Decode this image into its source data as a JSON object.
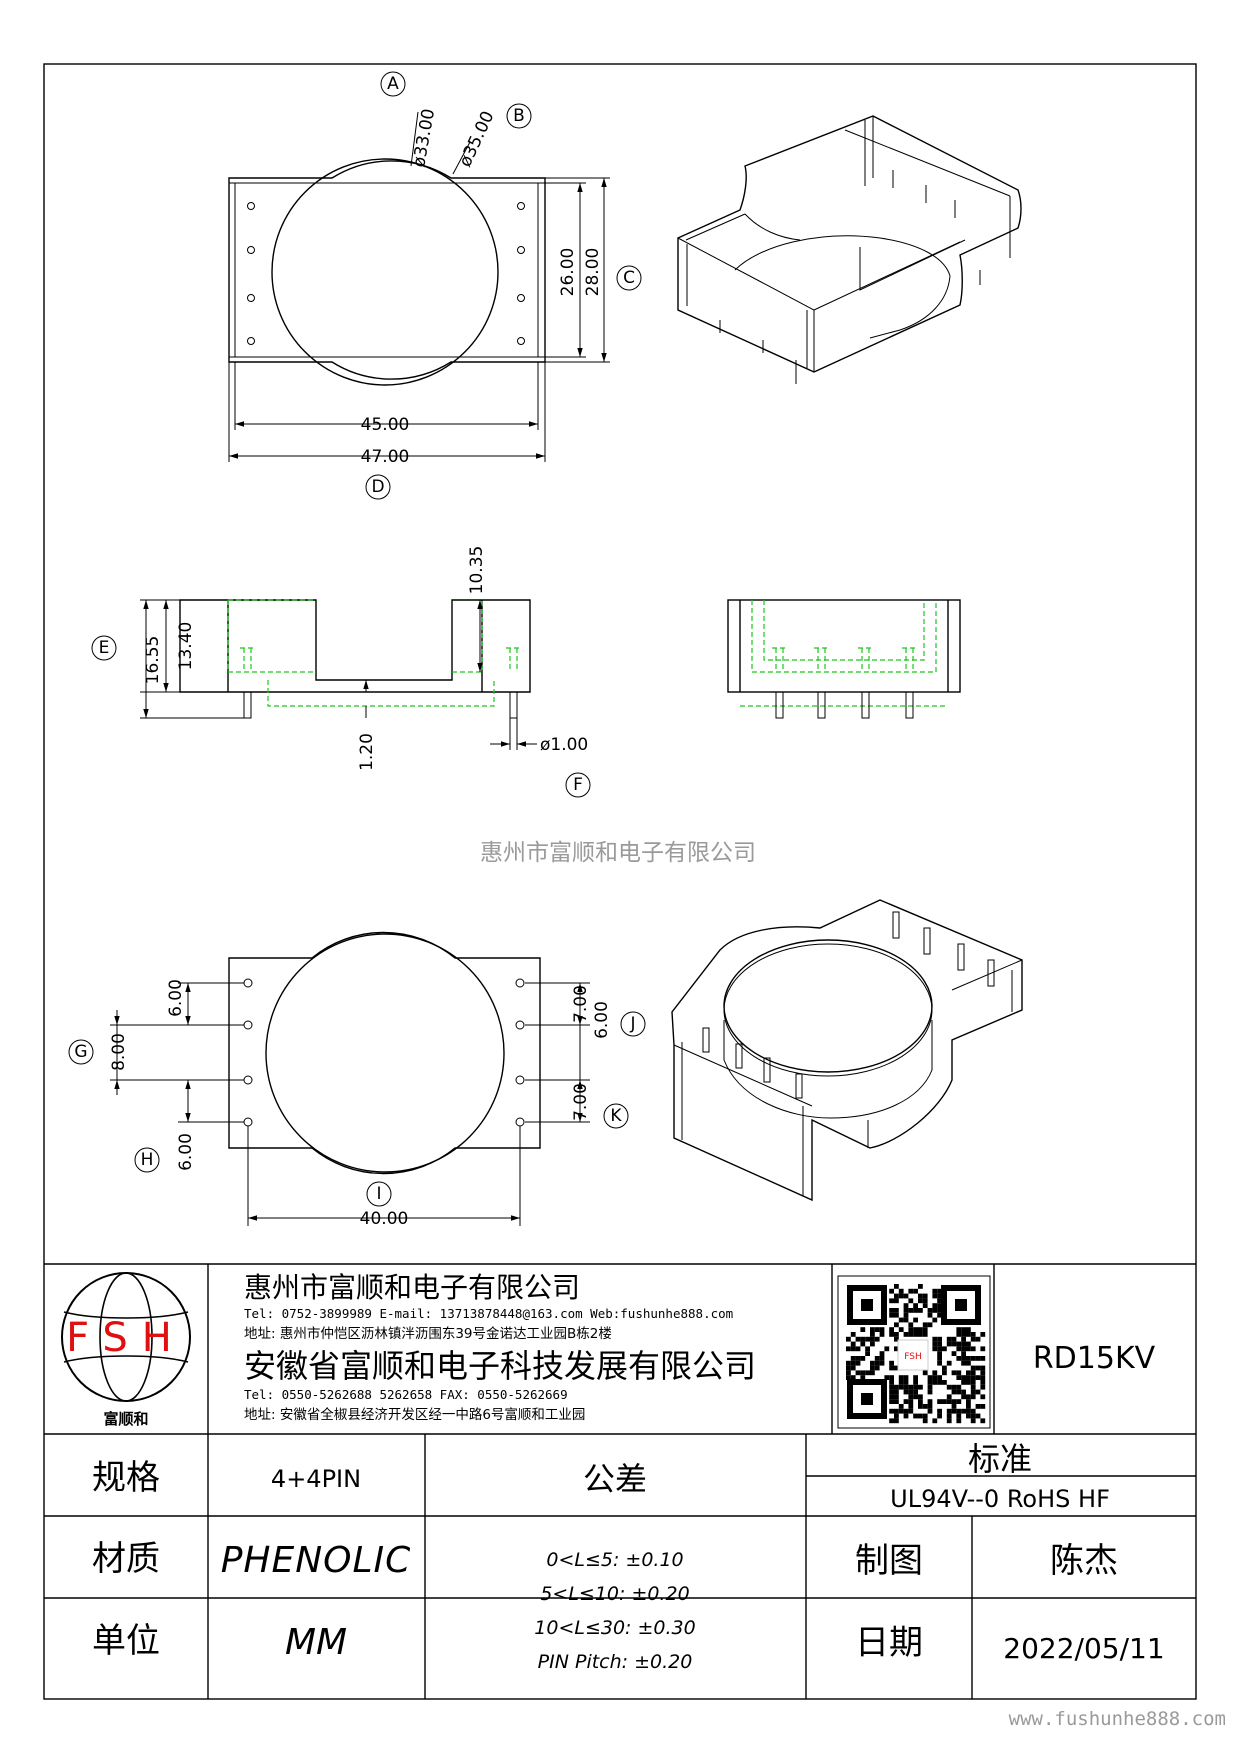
{
  "drawing": {
    "dims": {
      "d_a": "ø33.00",
      "d_b": "ø35.00",
      "h26": "26.00",
      "h28": "28.00",
      "w45": "45.00",
      "w47": "47.00",
      "h10": "10.35",
      "h16": "16.55",
      "h13": "13.40",
      "h120": "1.20",
      "pin_d": "ø1.00",
      "g600a": "6.00",
      "g800": "8.00",
      "h600b": "6.00",
      "j700a": "7.00",
      "j600": "6.00",
      "k700b": "7.00",
      "w40": "40.00"
    },
    "callouts": [
      "A",
      "B",
      "C",
      "D",
      "E",
      "F",
      "G",
      "H",
      "I",
      "J",
      "K"
    ],
    "watermark_center": "惠州市富顺和电子有限公司",
    "watermark_footer": "www.fushunhe888.com"
  },
  "title_block": {
    "logo_text": "FSH",
    "logo_caption": "富顺和",
    "company1": "惠州市富顺和电子有限公司",
    "company1_contact": "Tel:  0752-3899989  E-mail: 13713878448@163.com  Web:fushunhe888.com",
    "company1_address": "地址: 惠州市仲恺区沥林镇泮沥围东39号金诺达工业园B栋2楼",
    "company2": "安徽省富顺和电子科技发展有限公司",
    "company2_contact": "Tel:  0550-5262688  5262658      FAX: 0550-5262669",
    "company2_address": "地址: 安徽省全椒县经济开发区经一中路6号富顺和工业园",
    "qr_caption": "FSH",
    "part_no": "RD15KV",
    "spec_label": "规格",
    "spec_value": "4+4PIN",
    "material_label": "材质",
    "material_value": "PHENOLIC",
    "unit_label": "单位",
    "unit_value": "MM",
    "tolerance_label": "公差",
    "tolerance_lines": [
      "0<L≤5: ±0.10",
      "5<L≤10: ±0.20",
      "10<L≤30: ±0.30",
      "PIN Pitch: ±0.20"
    ],
    "standard_label": "标准",
    "standard_value": "UL94V--0  RoHS HF",
    "drawn_label": "制图",
    "drawn_value": "陈杰",
    "date_label": "日期",
    "date_value": "2022/05/11"
  },
  "colors": {
    "line": "#000000",
    "hidden_line": "#1fc61f",
    "logo_red": "#e01010",
    "watermark": "#9a9a9a"
  }
}
